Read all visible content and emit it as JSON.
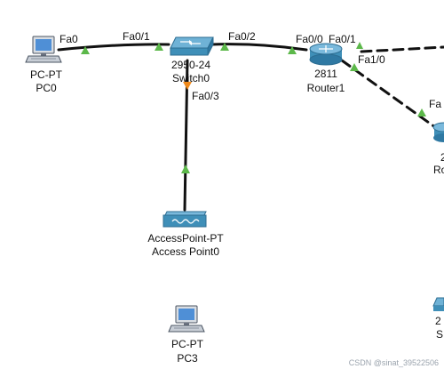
{
  "devices": {
    "pc0": {
      "model": "PC-PT",
      "name": "PC0"
    },
    "switch0": {
      "model": "2950-24",
      "name": "Switch0"
    },
    "router1": {
      "model": "2811",
      "name": "Router1"
    },
    "router_right": {
      "model": "2",
      "name": "Ro"
    },
    "switch_right": {
      "model": "2",
      "name": "S"
    },
    "access_point0": {
      "model": "AccessPoint-PT",
      "name": "Access Point0"
    },
    "pc3": {
      "model": "PC-PT",
      "name": "PC3"
    }
  },
  "ports": {
    "pc0_fa0": "Fa0",
    "switch0_fa01": "Fa0/1",
    "switch0_fa02": "Fa0/2",
    "switch0_fa03": "Fa0/3",
    "router1_fa00": "Fa0/0",
    "router1_fa01": "Fa0/1",
    "router1_fa10": "Fa1/0",
    "router_right_fa": "Fa"
  },
  "watermark": "CSDN @sinat_39522506",
  "colors": {
    "link": "#111111",
    "link_up_triangle": "#5cb84a",
    "link_down_triangle": "#f08a1c",
    "device_blue": "#3f8fb8"
  }
}
